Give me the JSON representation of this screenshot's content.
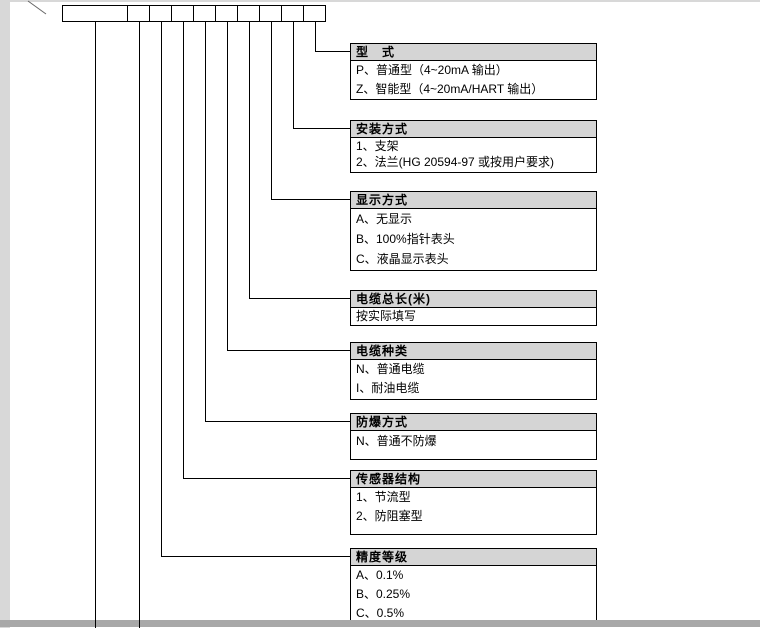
{
  "page": {
    "background": "#ffffff",
    "margin_color": "#d8d8d8",
    "page_gap_color": "#a8a8a8"
  },
  "colors": {
    "table_header_bg": "#d5d5d5",
    "line": "#000000"
  },
  "model_code": {
    "cells": [
      "",
      "",
      "",
      "",
      "",
      "",
      "",
      "",
      "",
      ""
    ]
  },
  "spec_tables": [
    {
      "title": "型　式",
      "rows": [
        "P、普通型（4~20mA 输出）",
        "Z、智能型（4~20mA/HART 输出）"
      ]
    },
    {
      "title": "安装方式",
      "rows": [
        "1、支架",
        "2、法兰(HG 20594-97 或按用户要求)"
      ]
    },
    {
      "title": "显示方式",
      "rows": [
        "A、无显示",
        "B、100%指针表头",
        "C、液晶显示表头"
      ]
    },
    {
      "title": "电缆总长(米)",
      "rows": [
        "按实际填写"
      ]
    },
    {
      "title": "电缆种类",
      "rows": [
        "N、普通电缆",
        "I、耐油电缆"
      ]
    },
    {
      "title": "防爆方式",
      "rows": [
        "N、普通不防爆"
      ]
    },
    {
      "title": "传感器结构",
      "rows": [
        "1、节流型",
        "2、防阻塞型"
      ]
    },
    {
      "title": "精度等级",
      "rows": [
        "A、0.1%",
        "B、0.25%",
        "C、0.5%"
      ]
    }
  ]
}
